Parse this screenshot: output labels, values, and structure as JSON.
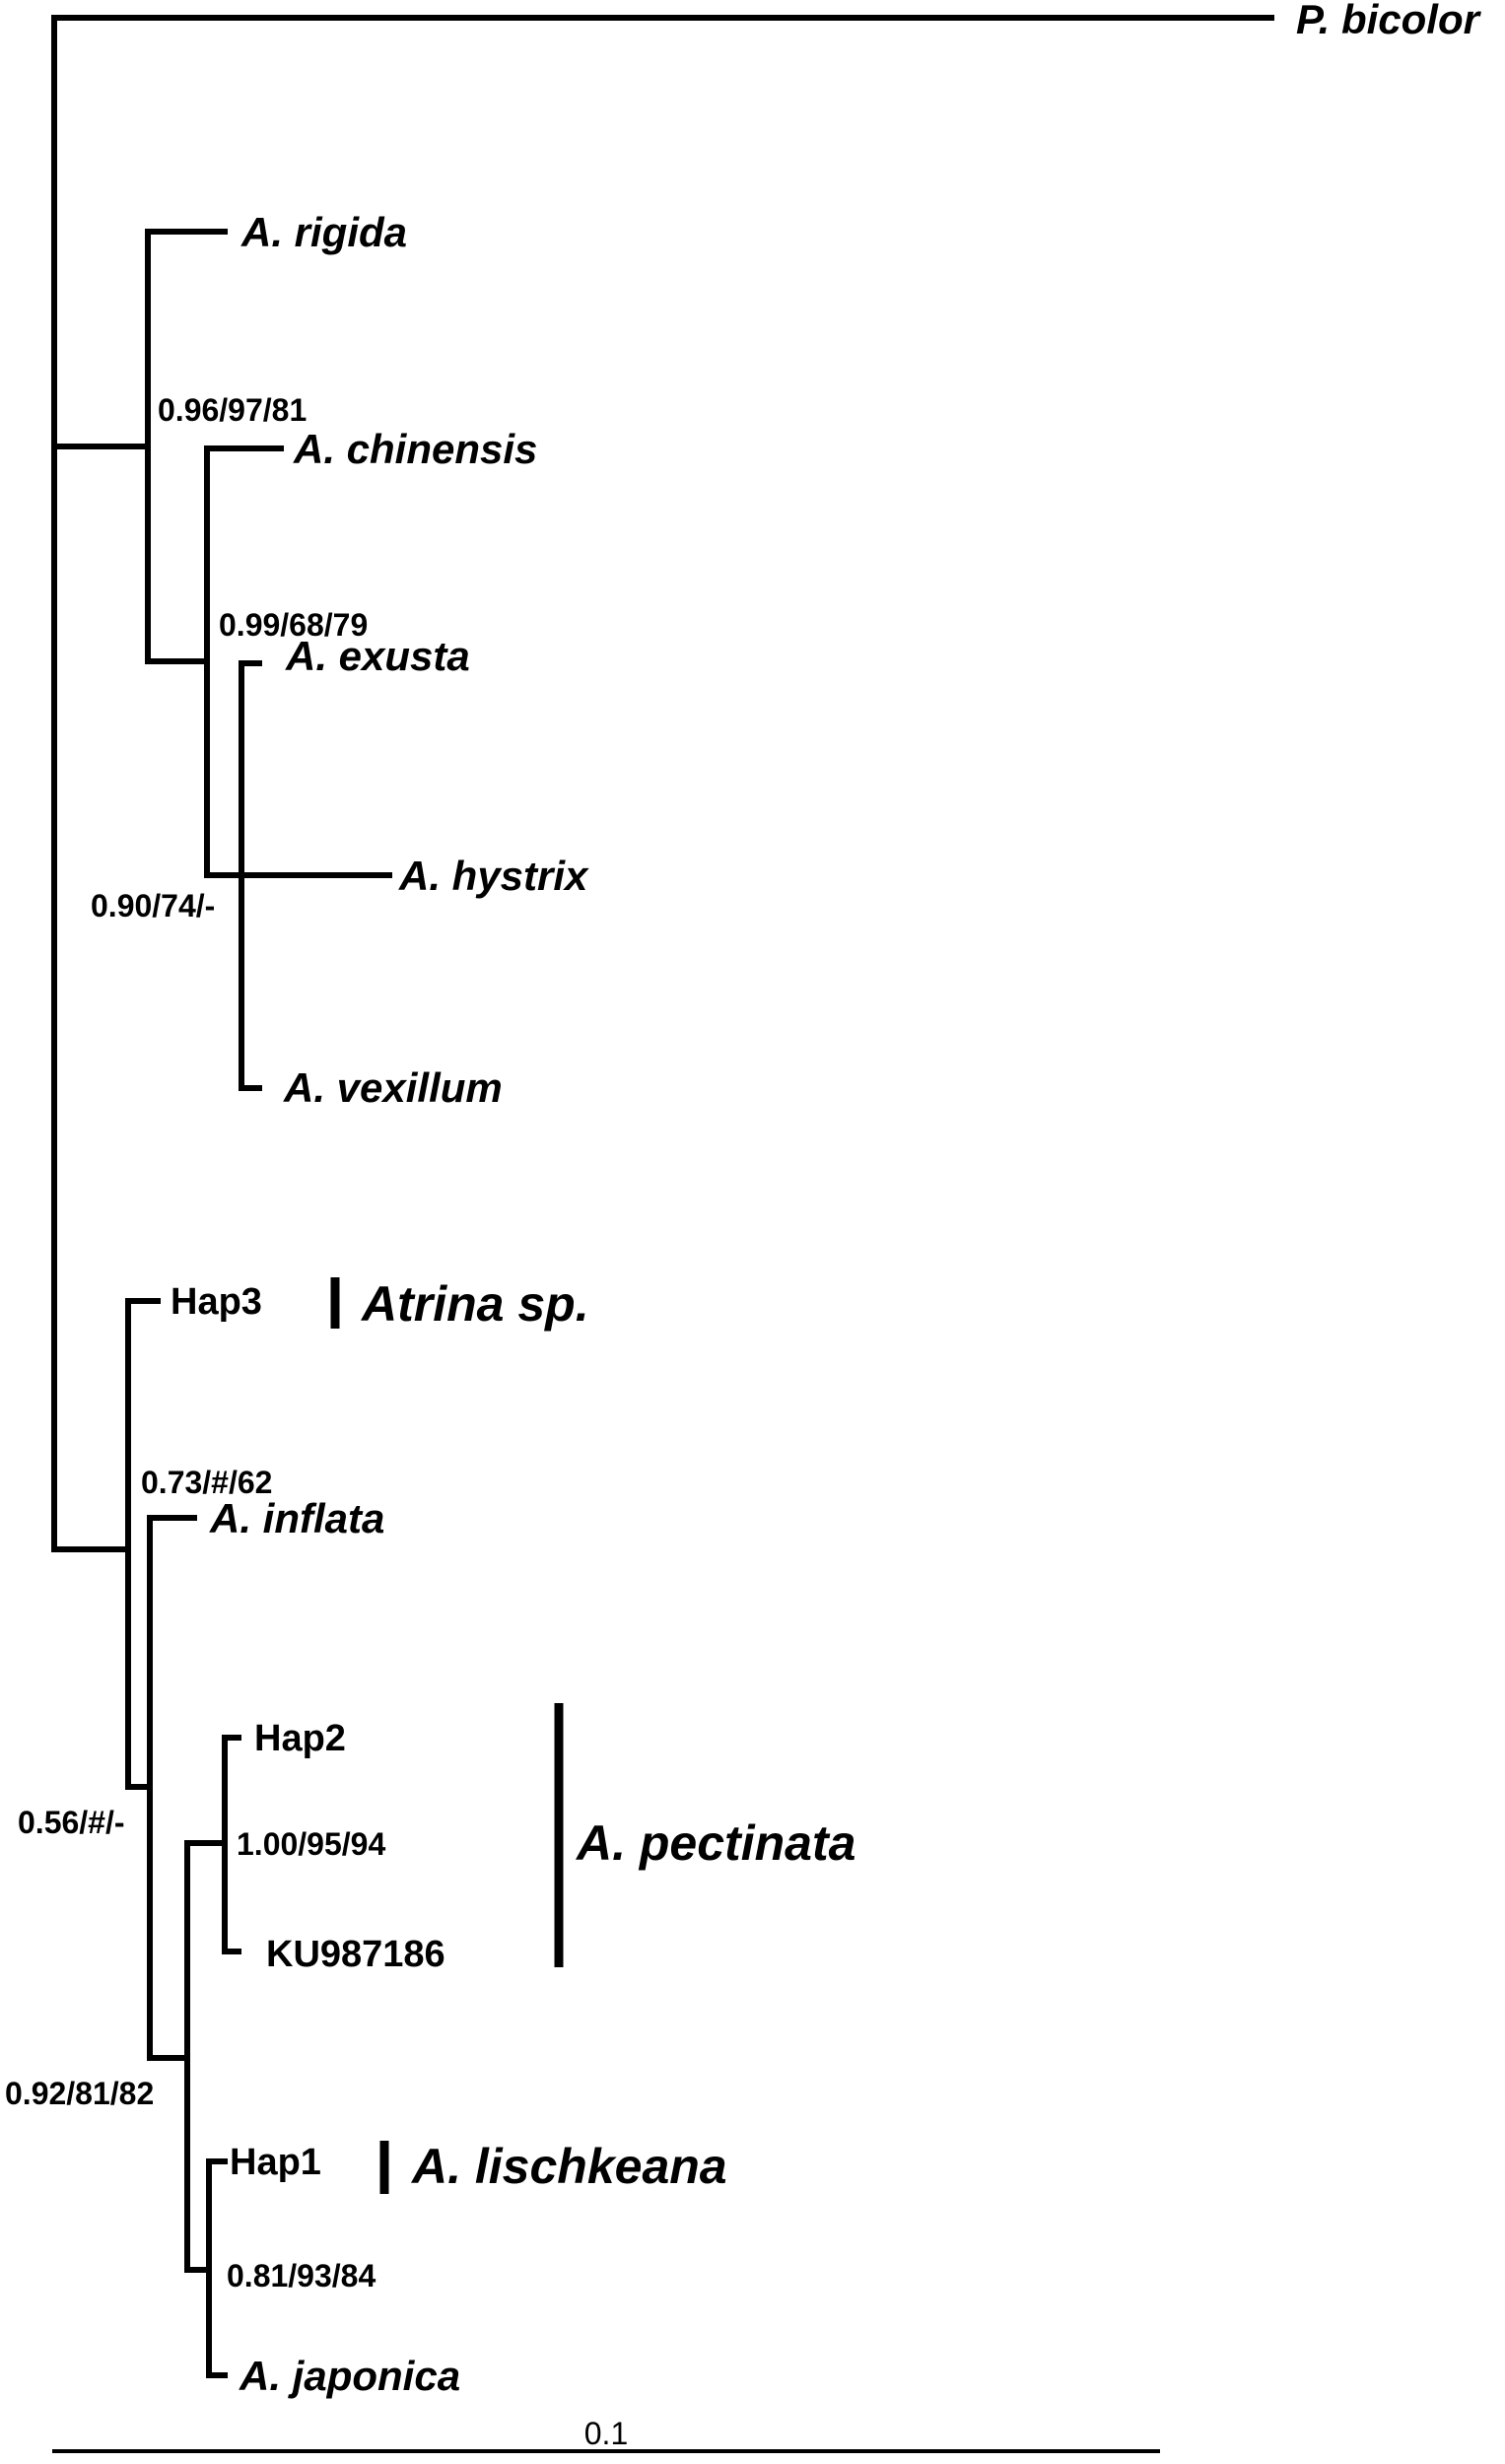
{
  "tree": {
    "taxa": {
      "p_bicolor": "P. bicolor",
      "a_rigida": "A. rigida",
      "a_chinensis": "A. chinensis",
      "a_exusta": "A. exusta",
      "a_hystrix": "A. hystrix",
      "a_vexillum": "A. vexillum",
      "hap3": "Hap3",
      "a_inflata": "A. inflata",
      "hap2": "Hap2",
      "ku987186": "KU987186",
      "hap1": "Hap1",
      "a_japonica": "A. japonica"
    },
    "support": {
      "rigida_node": "0.96/97/81",
      "chinensis_node": "0.99/68/79",
      "exusta_node": "0.90/74/-",
      "inflata_node": "0.73/#/62",
      "atrina_node": "0.56/#/-",
      "pectinata_node": "1.00/95/94",
      "lischkeana_node": "0.92/81/82",
      "japonica_node": "0.81/93/84"
    },
    "clades": {
      "atrina_sp": "Atrina sp.",
      "pectinata": "A. pectinata",
      "lischkeana": "A. lischkeana"
    },
    "scale_bar": "0.1"
  }
}
